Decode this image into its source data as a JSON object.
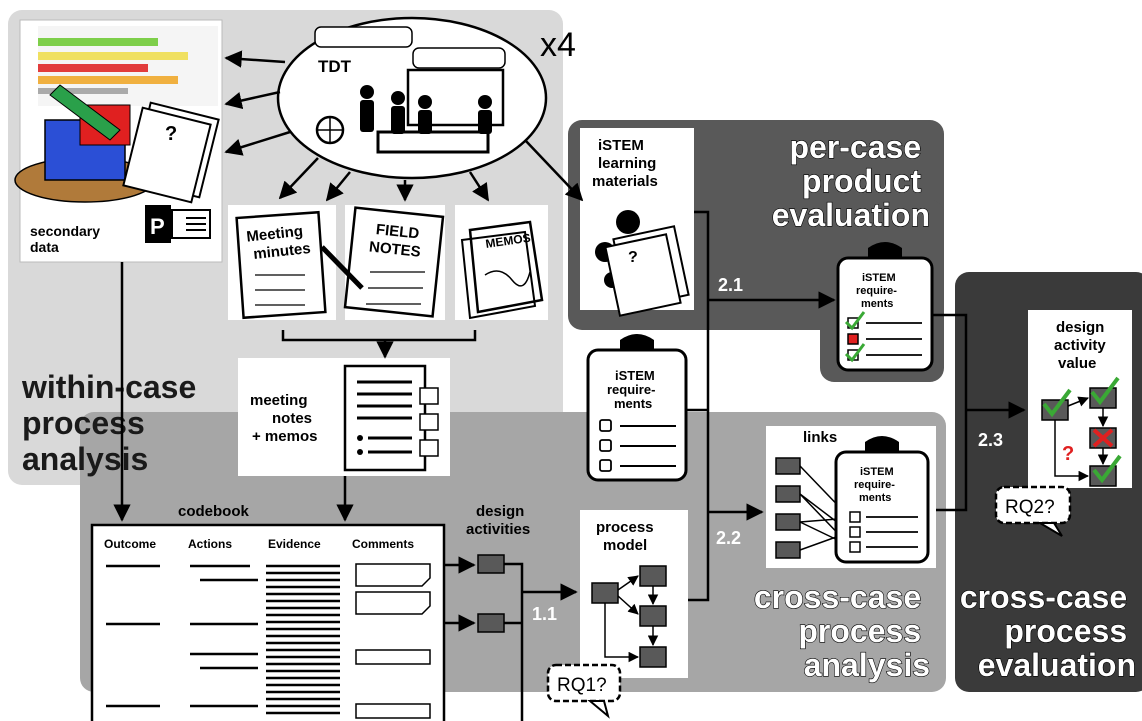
{
  "labels": {
    "tdt": "TDT",
    "multiplier": "x4",
    "secondary_data": [
      "secondary",
      "data"
    ],
    "meeting_minutes": [
      "Meeting",
      "minutes"
    ],
    "field_notes": [
      "FIELD",
      "NOTES"
    ],
    "memos": "MEMOS",
    "meeting_notes_memos": [
      "meeting",
      "notes",
      "+ memos"
    ],
    "within_case": [
      "within-case",
      "process",
      "analysis"
    ],
    "codebook": "codebook",
    "codebook_columns": [
      "Outcome",
      "Actions",
      "Evidence",
      "Comments"
    ],
    "design_activities": [
      "design",
      "activities"
    ],
    "process_model": [
      "process",
      "model"
    ],
    "istem_learning_materials": [
      "iSTEM",
      "learning",
      "materials"
    ],
    "istem_requirements": [
      "iSTEM",
      "require-",
      "ments"
    ],
    "per_case": [
      "per-case",
      "product",
      "evaluation"
    ],
    "links": "links",
    "cross_case_analysis": [
      "cross-case",
      "process",
      "analysis"
    ],
    "design_activity_value": [
      "design",
      "activity",
      "value"
    ],
    "cross_case_evaluation": [
      "cross-case",
      "process",
      "evaluation"
    ],
    "rq1": "RQ1?",
    "rq2": "RQ2?"
  },
  "steps": [
    "1.1",
    "2.1",
    "2.2",
    "2.3"
  ],
  "colors": {
    "panel_light": "#d9d9d9",
    "panel_mid": "#a6a6a6",
    "panel_dark": "#595959",
    "panel_darkest": "#3a3a3a",
    "box_fill": "#595959",
    "check_green": "#3aa935",
    "cross_red": "#e02020",
    "question_red": "#e02020"
  }
}
